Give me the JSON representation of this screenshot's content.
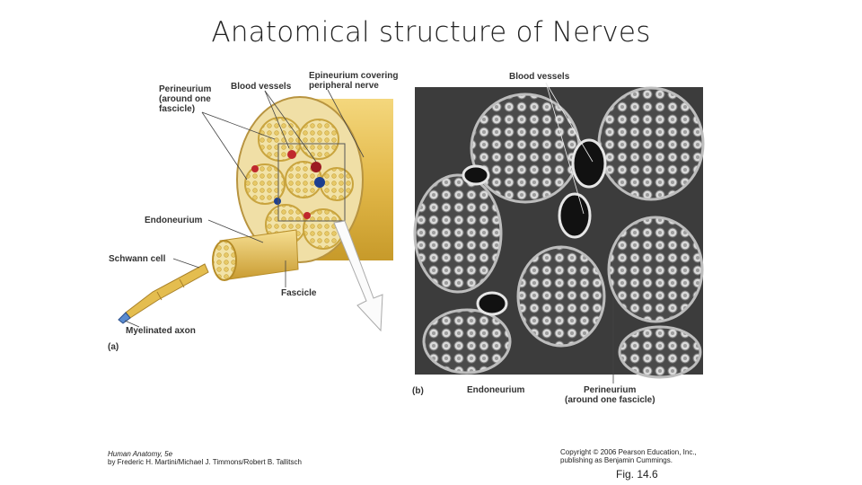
{
  "slide": {
    "title": "Anatomical structure of Nerves",
    "fig_number": "Fig. 14.6"
  },
  "panel_a": {
    "label": "(a)",
    "labels": {
      "perineurium_l1": "Perineurium",
      "perineurium_l2": "(around one",
      "perineurium_l3": "fascicle)",
      "blood_vessels": "Blood vessels",
      "epineurium_l1": "Epineurium covering",
      "epineurium_l2": "peripheral nerve",
      "endoneurium": "Endoneurium",
      "schwann_cell": "Schwann cell",
      "fascicle": "Fascicle",
      "myelinated_axon": "Myelinated axon"
    }
  },
  "panel_b": {
    "label": "(b)",
    "labels": {
      "blood_vessels": "Blood vessels",
      "endoneurium": "Endoneurium",
      "perineurium_l1": "Perineurium",
      "perineurium_l2": "(around one fascicle)"
    }
  },
  "credits": {
    "book": "Human Anatomy, 5e",
    "authors": "by Frederic H. Martini/Michael J. Timmons/Robert B. Tallitsch",
    "copyright_l1": "Copyright © 2006 Pearson Education, Inc.,",
    "copyright_l2": "publishing as Benjamin Cummings."
  },
  "colors": {
    "nerve_yellow": "#e8c25a",
    "nerve_tan": "#f1dca0",
    "micrograph_bg": "#3a3a3a",
    "micrograph_cell": "#d9d9d9"
  }
}
